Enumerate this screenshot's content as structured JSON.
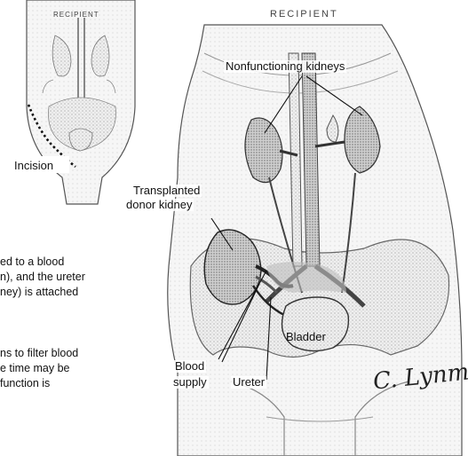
{
  "small_figure": {
    "title": "RECIPIENT",
    "incision_label": "Incision"
  },
  "main_figure": {
    "title": "RECIPIENT",
    "labels": {
      "nonfunctioning": "Nonfunctioning kidneys",
      "transplanted_line1": "Transplanted",
      "transplanted_line2": "donor kidney",
      "bladder": "Bladder",
      "blood_line1": "Blood",
      "blood_line2": "supply",
      "ureter": "Ureter"
    },
    "signature": "C. Lynm"
  },
  "body_text": {
    "line1": "ed to a blood",
    "line2": "n), and the ureter",
    "line3": "ney) is attached",
    "line4": "ns to filter blood",
    "line5": "e time may be",
    "line6": "function is"
  }
}
